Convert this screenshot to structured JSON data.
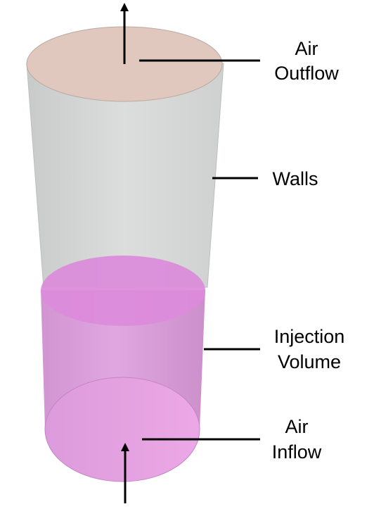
{
  "labels": {
    "outflow_line1": "Air",
    "outflow_line2": "Outflow",
    "walls": "Walls",
    "injection_line1": "Injection",
    "injection_line2": "Volume",
    "inflow_line1": "Air",
    "inflow_line2": "Inflow"
  },
  "colors": {
    "wall_fill": "#d5d6d6",
    "wall_edge": "#b9b9b9",
    "outflow_cap": "#e0c7bd",
    "injection_fill": "#d98fd8",
    "injection_top": "#dc88da",
    "inflow_cap": "#e8a2e2",
    "line": "#000000"
  }
}
